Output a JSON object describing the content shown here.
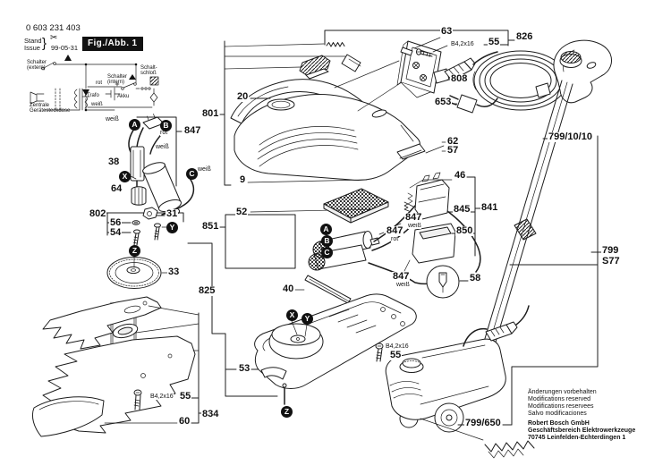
{
  "header": {
    "part_number": "0 603 231 403",
    "stand": "Stand",
    "issue": "Issue",
    "date": "99-05-31",
    "figure": "Fig./Abb. 1"
  },
  "icons": {
    "scissors": "✂",
    "brace": "}"
  },
  "schematic": {
    "schalter": "Schalter",
    "extern": "(extern)",
    "intern": "(intern)",
    "schalt": "Schalt-",
    "schloss": "schloß",
    "trafo": "Trafo",
    "akku": "Akku",
    "rot": "rot",
    "weiss": "weiß",
    "zentrale": "Zentrale",
    "steckdose": "Gerätesteckdose"
  },
  "labels": {
    "weiss": "weiß",
    "rot": "rot",
    "screw": "B4,2x16",
    "n801": "801",
    "n20": "20",
    "n9": "9",
    "n847": "847",
    "n38": "38",
    "n64": "64",
    "n802": "802",
    "n56": "56",
    "n54": "54",
    "n31": "31",
    "n33": "33",
    "n825": "825",
    "n851": "851",
    "n52": "52",
    "n53": "53",
    "n40": "40",
    "n55": "55",
    "n60": "60",
    "n834": "834",
    "n63": "63",
    "n826": "826",
    "n808": "808",
    "n653": "653",
    "n62": "62",
    "n57": "57",
    "n46": "46",
    "n845": "845",
    "n841": "841",
    "n850": "850",
    "n58": "58",
    "n799_10_10": "799/10/10",
    "n799": "799",
    "nS77": "S77",
    "n799_650": "799/650"
  },
  "circles": {
    "A": "A",
    "B": "B",
    "C": "C",
    "X": "X",
    "Y": "Y",
    "Z": "Z"
  },
  "footer": {
    "l1": "Änderungen vorbehalten",
    "l2": "Modifications reserved",
    "l3": "Modifications reservees",
    "l4": "Salvo modificaciones",
    "b1": "Robert Bosch GmbH",
    "b2": "Geschäftsbereich Elektrowerkzeuge",
    "b3": "70745 Leinfelden-Echterdingen 1"
  }
}
